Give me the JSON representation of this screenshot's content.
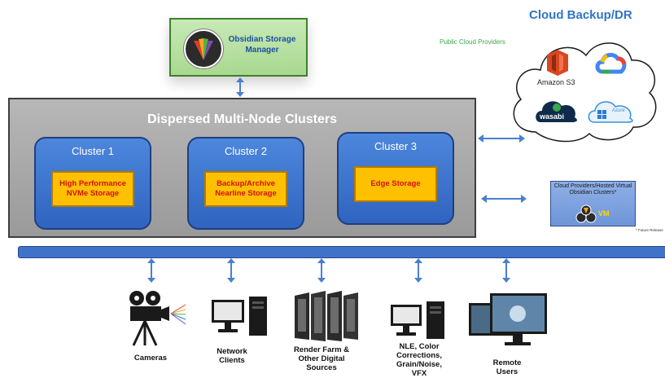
{
  "manager": {
    "label": "Obsidian Storage Manager"
  },
  "dispersed": {
    "title": "Dispersed Multi-Node Clusters"
  },
  "clusters": [
    {
      "title": "Cluster 1",
      "storage": "High Performance NVMe Storage"
    },
    {
      "title": "Cluster 2",
      "storage": "Backup/Archive Nearline Storage"
    },
    {
      "title": "Cluster 3",
      "storage": "Edge Storage"
    }
  ],
  "cloud": {
    "title": "Cloud Backup/DR",
    "public_label": "Public Cloud Providers",
    "providers": [
      "Amazon S3",
      "wasabi",
      "Azure"
    ]
  },
  "hosted": {
    "label": "Cloud Providers/Hosted Virtual Obsidian Clusters*",
    "vm": "VM",
    "note": "* Future Release"
  },
  "devices": [
    {
      "label": "Cameras"
    },
    {
      "label": "Network Clients"
    },
    {
      "label": "Render Farm & Other Digital Sources"
    },
    {
      "label": "NLE, Color Corrections, Grain/Noise, VFX"
    },
    {
      "label": "Remote Users"
    }
  ],
  "colors": {
    "bus": "#3f73c9",
    "cluster": "#3a6fcf",
    "storage": "#ffc000",
    "accent_arrow": "#4a7fcf"
  }
}
